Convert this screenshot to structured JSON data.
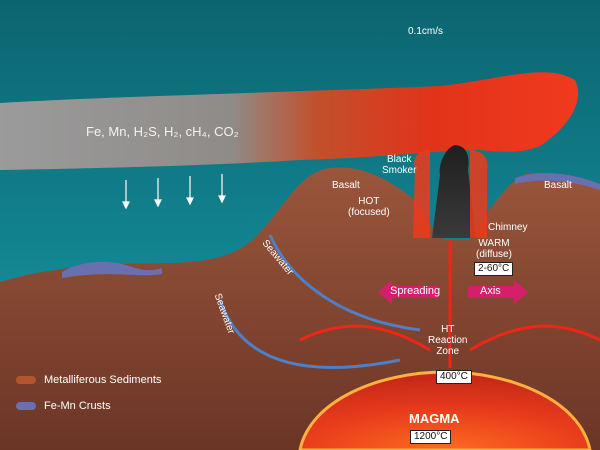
{
  "scale_bar": {
    "label": "0.1cm/s"
  },
  "plume": {
    "elements_text": "Fe, Mn, H₂S, H₂, cH₄, CO₂"
  },
  "labels": {
    "black_smoker": "Black\nSmoker",
    "basalt_left": "Basalt",
    "basalt_right": "Basalt",
    "hot": "HOT\n(focused)",
    "chimney": "Chimney",
    "warm": "WARM\n(diffuse)",
    "warm_temp": "2-60°C",
    "spreading": "Spreading",
    "axis": "Axis",
    "seawater_1": "Seawater",
    "seawater_2": "Seawater",
    "ht_zone": "HT\nReaction\nZone",
    "ht_temp": "400°C",
    "magma": "MAGMA",
    "magma_temp": "1200°C"
  },
  "legend": [
    {
      "label": "Metalliferous Sediments",
      "color": "#b4552f"
    },
    {
      "label": "Fe-Mn Crusts",
      "color": "#6a6fb0"
    }
  ],
  "colors": {
    "ocean_top": "#0e6671",
    "ocean_bottom": "#1a8691",
    "crust": "#8c4a32",
    "magma": "#e23a1d",
    "arrow_red": "#ef2516",
    "arrow_magenta": "#d61f6c"
  }
}
